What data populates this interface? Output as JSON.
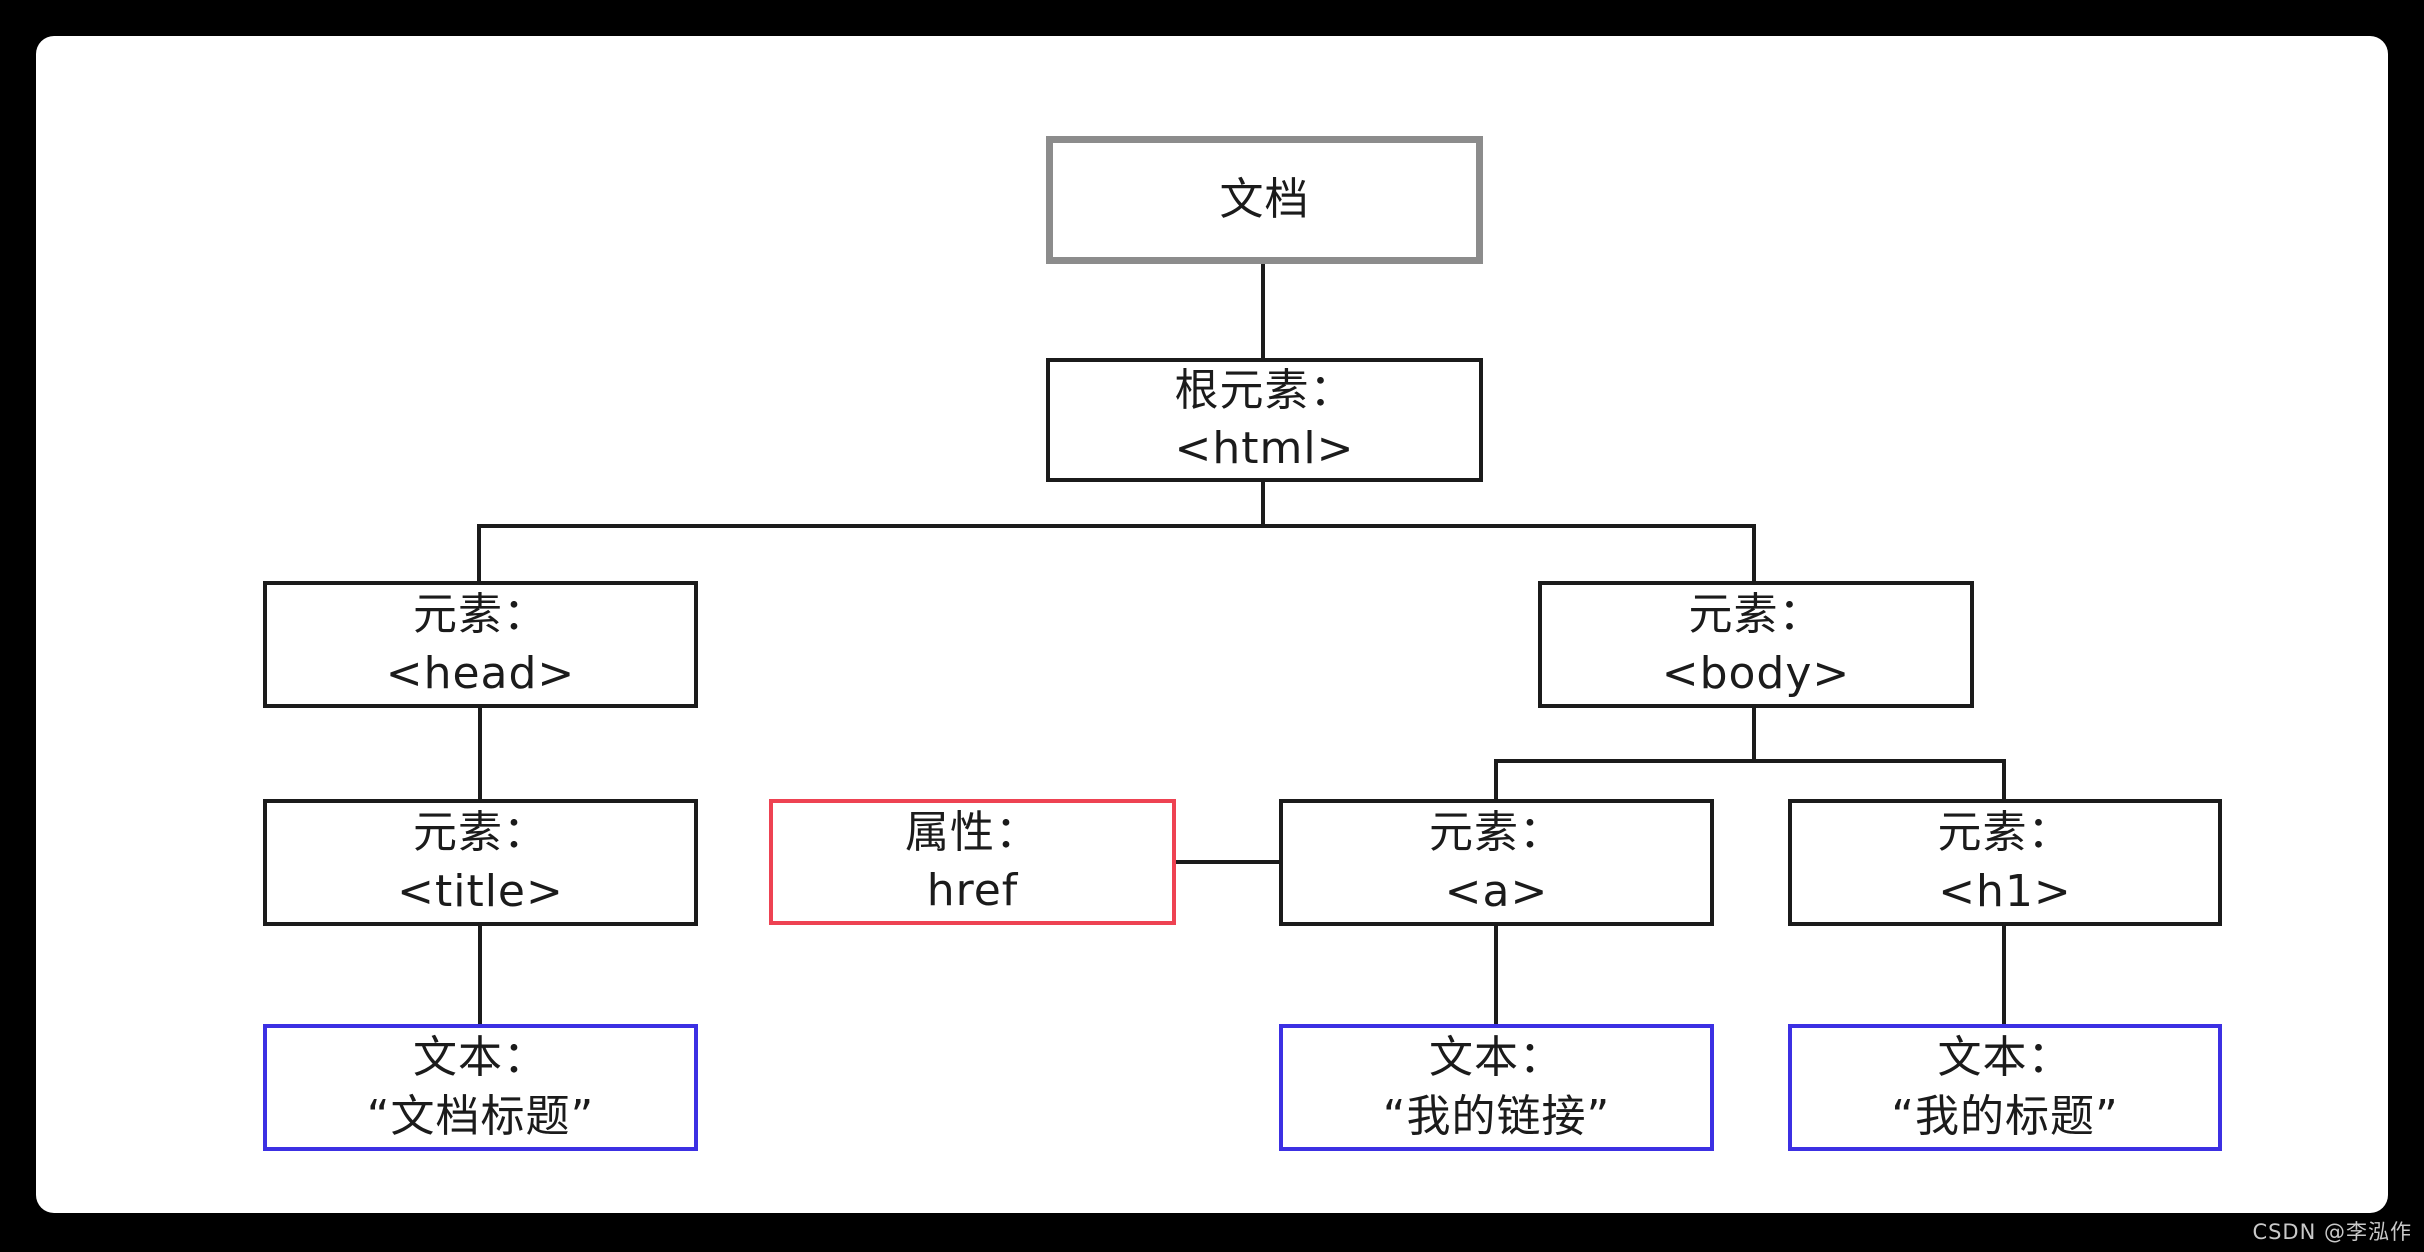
{
  "watermark": "CSDN @李泓作",
  "diagram": {
    "title_hint": "HTML DOM tree",
    "nodes": {
      "document": {
        "line1": "文档",
        "line2": ""
      },
      "html": {
        "line1": "根元素：",
        "line2": "<html>"
      },
      "head": {
        "line1": "元素：",
        "line2": "<head>"
      },
      "body": {
        "line1": "元素：",
        "line2": "<body>"
      },
      "attr_href": {
        "line1": "属性：",
        "line2": "href"
      },
      "title": {
        "line1": "元素：",
        "line2": "<title>"
      },
      "a": {
        "line1": "元素：",
        "line2": "<a>"
      },
      "h1": {
        "line1": "元素：",
        "line2": "<h1>"
      },
      "text_title": {
        "line1": "文本：",
        "line2": "“文档标题”"
      },
      "text_link": {
        "line1": "文本：",
        "line2": "“我的链接”"
      },
      "text_heading": {
        "line1": "文本：",
        "line2": "“我的标题”"
      }
    },
    "colors": {
      "document_border": "#8c8c8c",
      "element_border": "#1b1b1b",
      "attribute_border": "#ee4252",
      "text_border": "#3c30e3",
      "connector": "#1b1b1b"
    }
  }
}
